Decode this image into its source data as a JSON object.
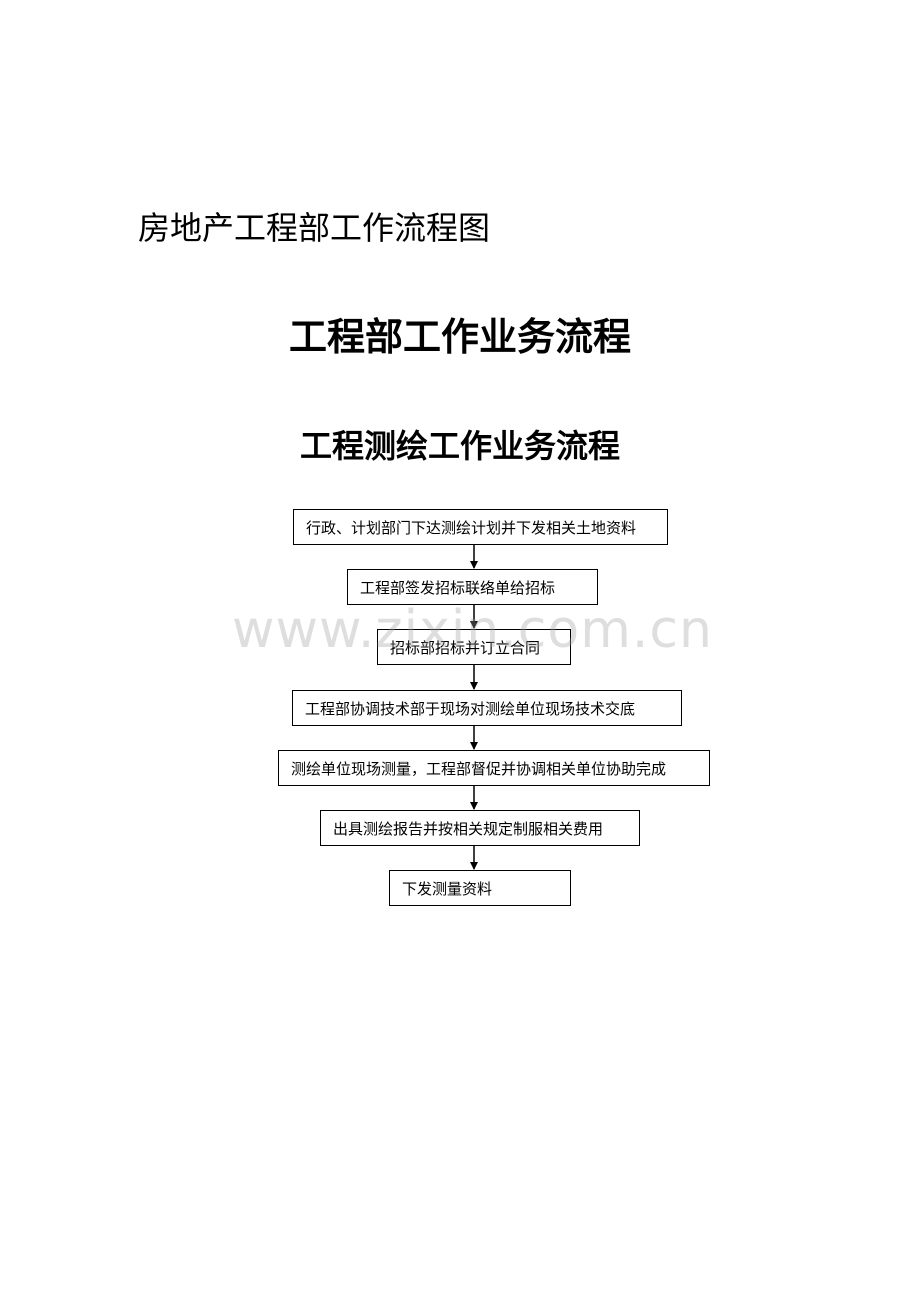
{
  "document": {
    "title": "房地产工程部工作流程图",
    "heading_main": "工程部工作业务流程",
    "heading_sub": "工程测绘工作业务流程"
  },
  "flow": {
    "steps": [
      "行政、计划部门下达测绘计划并下发相关土地资料",
      "工程部签发招标联络单给招标",
      "招标部招标并订立合同",
      "工程部协调技术部于现场对测绘单位现场技术交底",
      "测绘单位现场测量，工程部督促并协调相关单位协助完成",
      "出具测绘报告并按相关规定制服相关费用",
      "下发测量资料"
    ]
  },
  "watermark": {
    "text": "www.zixin.com.cn"
  },
  "colors": {
    "text": "#000000",
    "border": "#000000",
    "watermark": "#a0a0a0"
  }
}
